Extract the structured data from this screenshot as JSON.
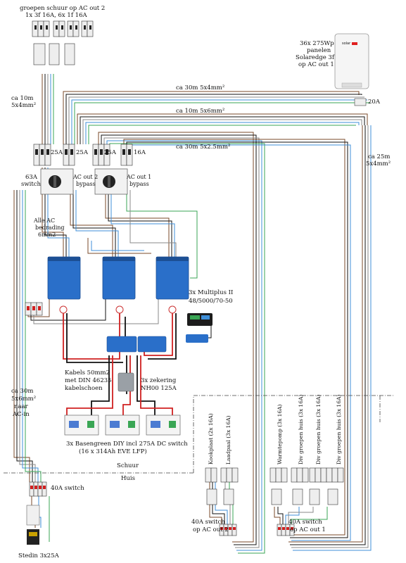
{
  "labels": {
    "top_left_group": [
      "groepen schuur op AC out 2",
      "1x 3f 16A, 6x 1f 16A"
    ],
    "solar": [
      "36x 275Wp",
      "panelen",
      "Solaredge 3f",
      "op AC out 1"
    ],
    "solar_brand": "solar",
    "ca10m_a": [
      "ca 10m",
      "5x4mm²"
    ],
    "ca30m_5x4": "ca 30m 5x4mm²",
    "amp_20a": "20A",
    "ca10m_5x6": "ca 10m 5x6mm²",
    "ca30m_5x25": "ca 30m 5x2.5mm²",
    "breakers_top": [
      "25A",
      "25A",
      "25A",
      "16A"
    ],
    "ca25m": [
      "ca 25m",
      "5x4mm²"
    ],
    "switch63": [
      "63A",
      "switch"
    ],
    "ac_out2_bypass": [
      "AC out 2",
      "bypass"
    ],
    "ac_out1_bypass": [
      "AC out 1",
      "bypass"
    ],
    "alle_ac": [
      "Alle AC",
      "bedrading",
      "6mm2"
    ],
    "multiplus": [
      "3x Multiplus II",
      "48/5000/70-50"
    ],
    "kabels": [
      "Kabels 50mm2",
      "met DIN 46235",
      "kabelschoen"
    ],
    "zekering": [
      "3x zekering",
      "NH00 125A"
    ],
    "ca30m_ac": [
      "ca 30m",
      "5x6mm²",
      "naar",
      "AC-in"
    ],
    "basengreen": [
      "3x Basengreen DIY incl 275A DC switch",
      "(16 x 314Ah EVE LFP)"
    ],
    "schuur": "Schuur",
    "huis": "Huis",
    "switch40": "40A switch",
    "stedin": "Stedin 3x25A",
    "out2_groups": [
      "Kookplaat (2x 16A)",
      "Laadpaal (3x 16A)"
    ],
    "out1_groups": [
      "Warmtepomp (3x 16A)",
      "Div groepen huis (3x 16A)",
      "Div groepen huis (3x 16A)",
      "Div groepen huis (3x 16A)"
    ],
    "switch40_out2": [
      "40A switch",
      "op AC out 2"
    ],
    "switch40_out1": [
      "40A switch",
      "op AC out 1"
    ]
  },
  "colors": {
    "brown": "#7a4a2a",
    "black": "#111111",
    "grey": "#8a8a8a",
    "blue": "#3f8fd8",
    "green": "#3aa655",
    "red": "#d02020",
    "victron_blue": "#2a6fc9"
  }
}
